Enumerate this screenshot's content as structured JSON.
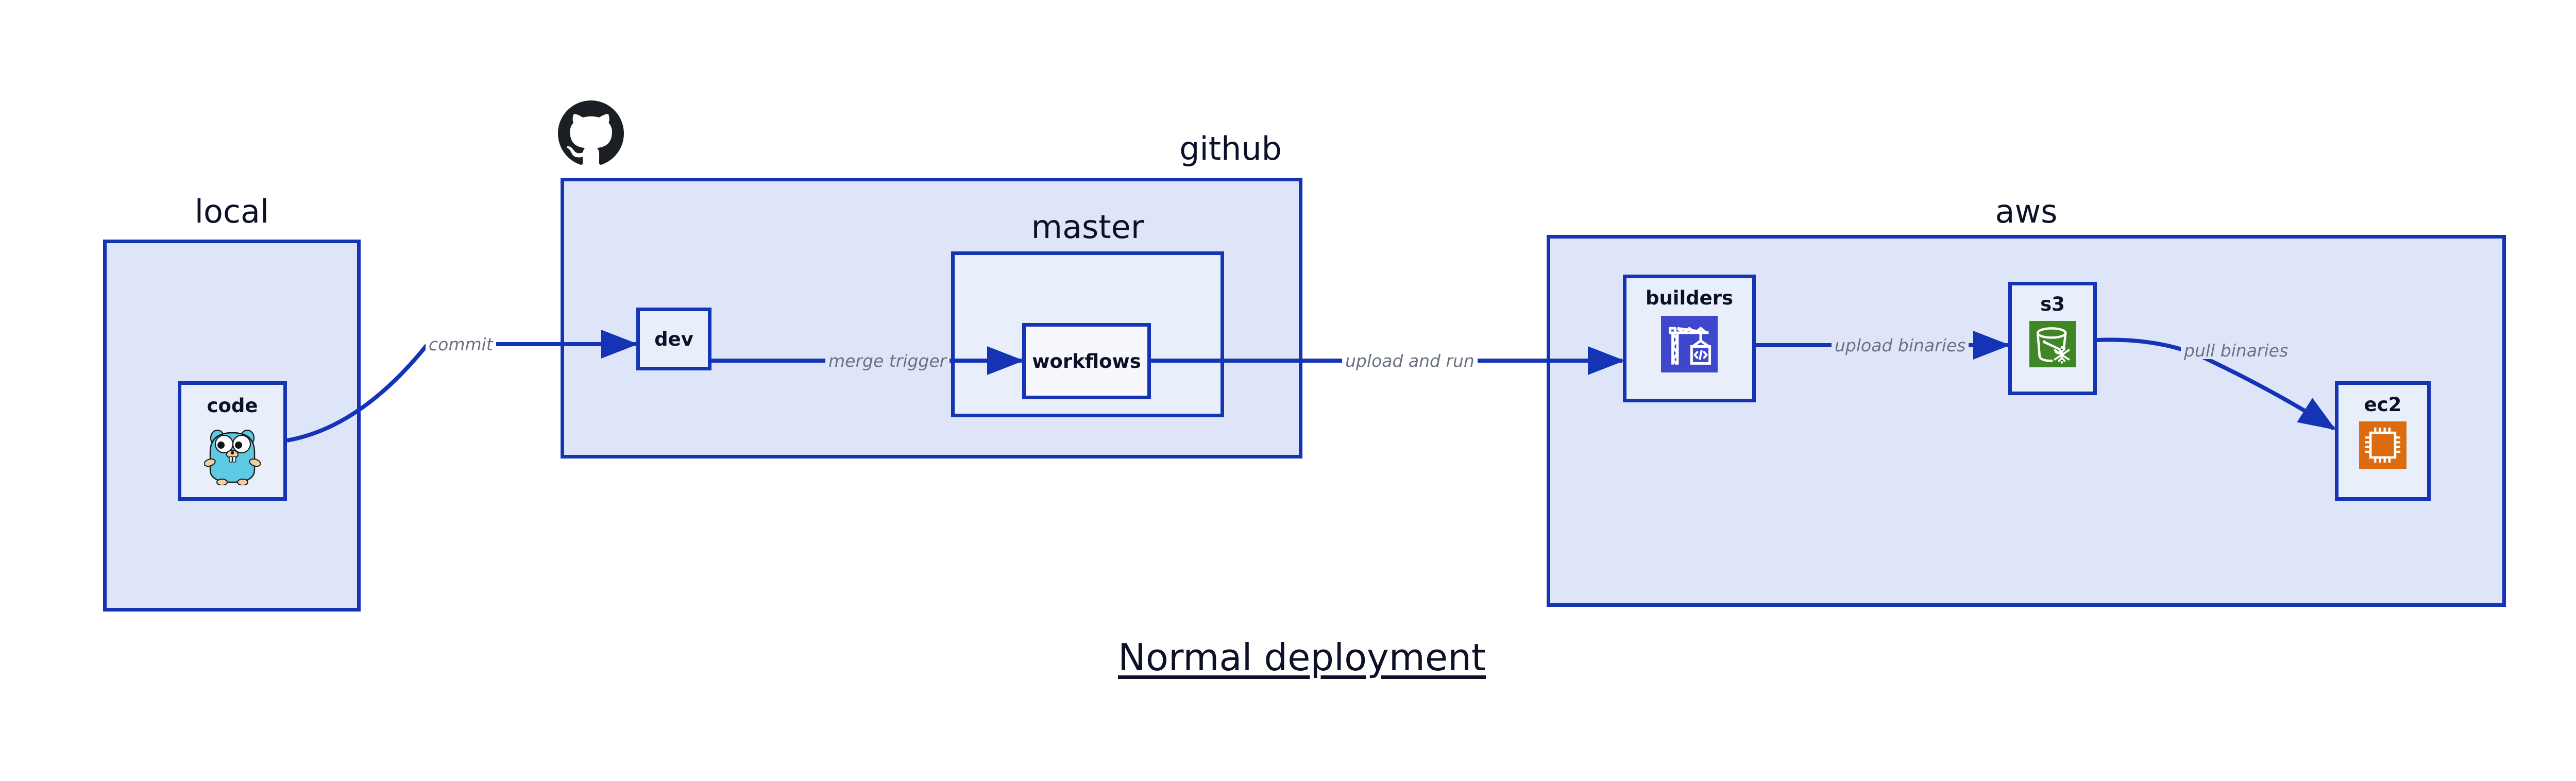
{
  "title": "Normal deployment",
  "groups": [
    {
      "id": "local",
      "label": "local",
      "label_align": "center"
    },
    {
      "id": "github",
      "label": "github",
      "label_align": "right"
    },
    {
      "id": "master",
      "label": "master",
      "label_align": "center"
    },
    {
      "id": "aws",
      "label": "aws",
      "label_align": "center"
    }
  ],
  "nodes": [
    {
      "id": "code",
      "label": "code",
      "icon": "go-gopher-icon",
      "icon_color": "#5dc9e2"
    },
    {
      "id": "dev",
      "label": "dev",
      "icon": "none",
      "icon_color": ""
    },
    {
      "id": "workflows",
      "label": "workflows",
      "icon": "none",
      "icon_color": ""
    },
    {
      "id": "builders",
      "label": "builders",
      "icon": "aws-codebuild-icon",
      "icon_color": "#3f48cc"
    },
    {
      "id": "s3",
      "label": "s3",
      "icon": "aws-s3-glacier-icon",
      "icon_color": "#3f8624"
    },
    {
      "id": "ec2",
      "label": "ec2",
      "icon": "aws-ec2-icon",
      "icon_color": "#dd6b10"
    }
  ],
  "edges": [
    {
      "id": "commit",
      "label": "commit",
      "from": "code",
      "to": "dev"
    },
    {
      "id": "merge-trigger",
      "label": "merge trigger",
      "from": "dev",
      "to": "workflows"
    },
    {
      "id": "upload-and-run",
      "label": "upload and run",
      "from": "workflows",
      "to": "builders"
    },
    {
      "id": "upload-binaries",
      "label": "upload binaries",
      "from": "builders",
      "to": "s3"
    },
    {
      "id": "pull-binaries",
      "label": "pull binaries",
      "from": "s3",
      "to": "ec2"
    }
  ],
  "logos": [
    {
      "id": "github-octocat",
      "name": "github-octocat-icon",
      "color": "#1b1f23"
    }
  ],
  "colors": {
    "group_fill": "#dee5f9",
    "node_fill": "#e9eefb",
    "border": "#1433b5",
    "edge": "#1433b5",
    "edge_label": "#6b7280",
    "text": "#0d1127",
    "background": "#ffffff"
  }
}
